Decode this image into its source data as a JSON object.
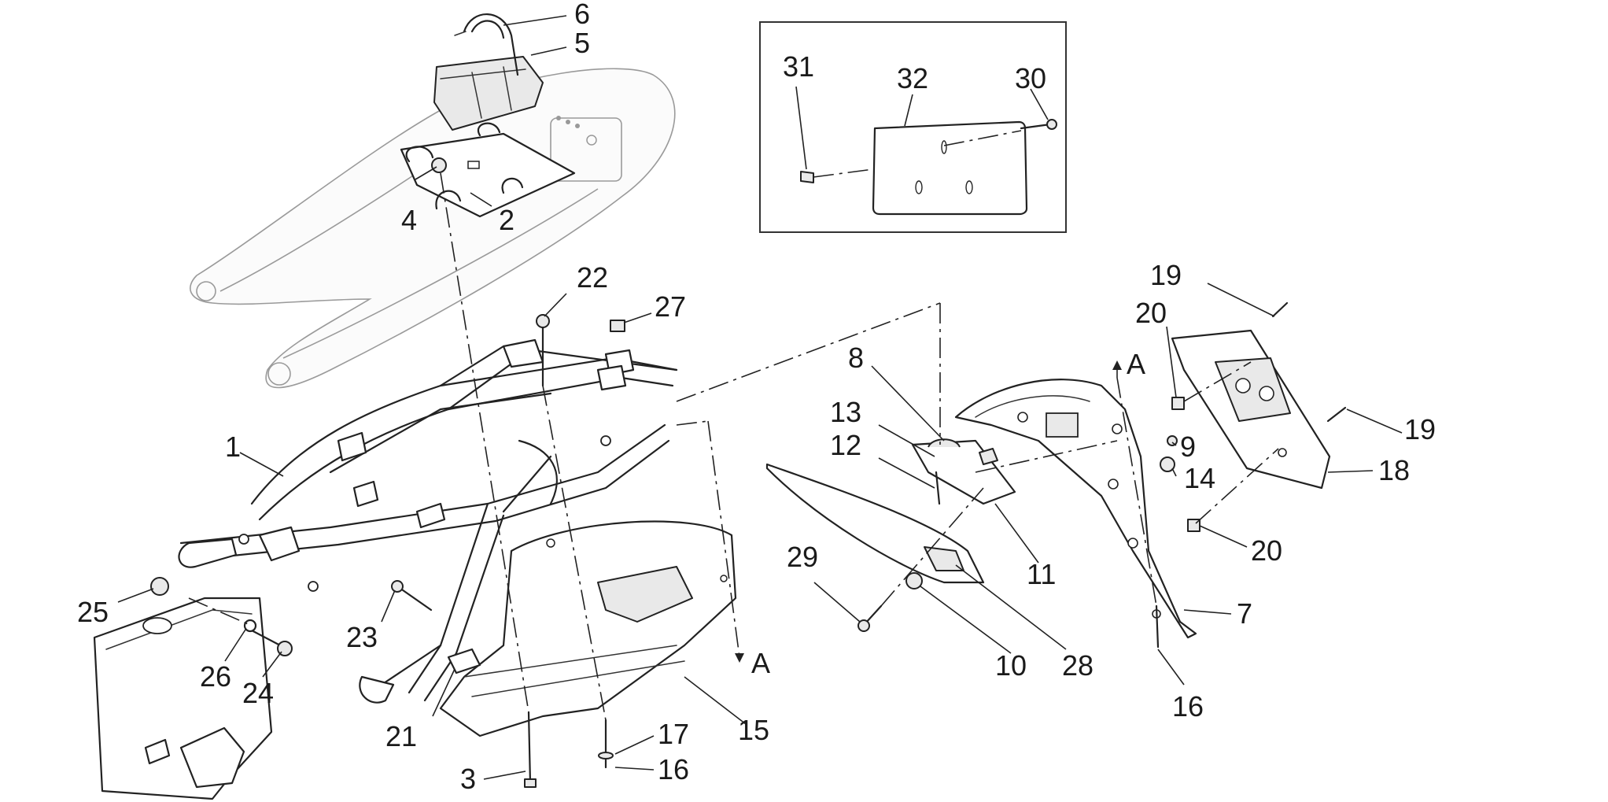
{
  "callouts": [
    {
      "id": "p1",
      "label": "1"
    },
    {
      "id": "p2",
      "label": "2"
    },
    {
      "id": "p3",
      "label": "3"
    },
    {
      "id": "p4",
      "label": "4"
    },
    {
      "id": "p5",
      "label": "5"
    },
    {
      "id": "p6",
      "label": "6"
    },
    {
      "id": "p7",
      "label": "7"
    },
    {
      "id": "p8",
      "label": "8"
    },
    {
      "id": "p9",
      "label": "9"
    },
    {
      "id": "p10",
      "label": "10"
    },
    {
      "id": "p11",
      "label": "11"
    },
    {
      "id": "p12",
      "label": "12"
    },
    {
      "id": "p13",
      "label": "13"
    },
    {
      "id": "p14",
      "label": "14"
    },
    {
      "id": "p15",
      "label": "15"
    },
    {
      "id": "p16a",
      "label": "16"
    },
    {
      "id": "p16b",
      "label": "16"
    },
    {
      "id": "p17",
      "label": "17"
    },
    {
      "id": "p18",
      "label": "18"
    },
    {
      "id": "p19a",
      "label": "19"
    },
    {
      "id": "p19b",
      "label": "19"
    },
    {
      "id": "p20a",
      "label": "20"
    },
    {
      "id": "p20b",
      "label": "20"
    },
    {
      "id": "p21",
      "label": "21"
    },
    {
      "id": "p22",
      "label": "22"
    },
    {
      "id": "p23",
      "label": "23"
    },
    {
      "id": "p24",
      "label": "24"
    },
    {
      "id": "p25",
      "label": "25"
    },
    {
      "id": "p26",
      "label": "26"
    },
    {
      "id": "p27",
      "label": "27"
    },
    {
      "id": "p28",
      "label": "28"
    },
    {
      "id": "p29",
      "label": "29"
    },
    {
      "id": "p30",
      "label": "30"
    },
    {
      "id": "p31",
      "label": "31"
    },
    {
      "id": "p32",
      "label": "32"
    }
  ],
  "section_marks": [
    {
      "id": "a-top",
      "label": "A"
    },
    {
      "id": "a-bottom",
      "label": "A"
    }
  ]
}
